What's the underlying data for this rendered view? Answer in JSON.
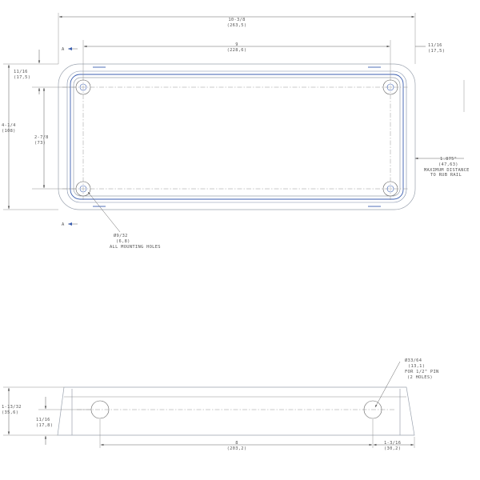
{
  "top_view": {
    "overall_length": {
      "frac": "10-3/8",
      "mm": "(263,5)"
    },
    "hole_spacing_length": {
      "frac": "9",
      "mm": "(228,6)"
    },
    "end_offset": {
      "frac": "11/16",
      "mm": "(17,5)"
    },
    "top_offset": {
      "frac": "11/16",
      "mm": "(17,5)"
    },
    "overall_width": {
      "frac": "4-1/4",
      "mm": "(108)"
    },
    "hole_spacing_width": {
      "frac": "2-7/8",
      "mm": "(73)"
    },
    "rub_rail": {
      "value": "1.875\"",
      "mm": "(47,63)",
      "line1": "MAXIMUM DISTANCE",
      "line2": "TO RUB RAIL"
    },
    "mounting_holes": {
      "dia": "Ø9/32",
      "mm": "(6,8)",
      "note": "ALL MOUNTING HOLES"
    },
    "section_marker": "A"
  },
  "side_view": {
    "height": {
      "frac": "1-13/32",
      "mm": "(35,6)"
    },
    "pin_height": {
      "frac": "11/16",
      "mm": "(17,8)"
    },
    "pin_spacing": {
      "frac": "8",
      "mm": "(203,2)"
    },
    "end_offset": {
      "frac": "1-3/16",
      "mm": "(30,2)"
    },
    "pin_holes": {
      "dia": "Ø33/64",
      "mm": "(13,1)",
      "line1": "FOR 1/2\" PIN",
      "line2": "(2 HOLES)"
    }
  }
}
